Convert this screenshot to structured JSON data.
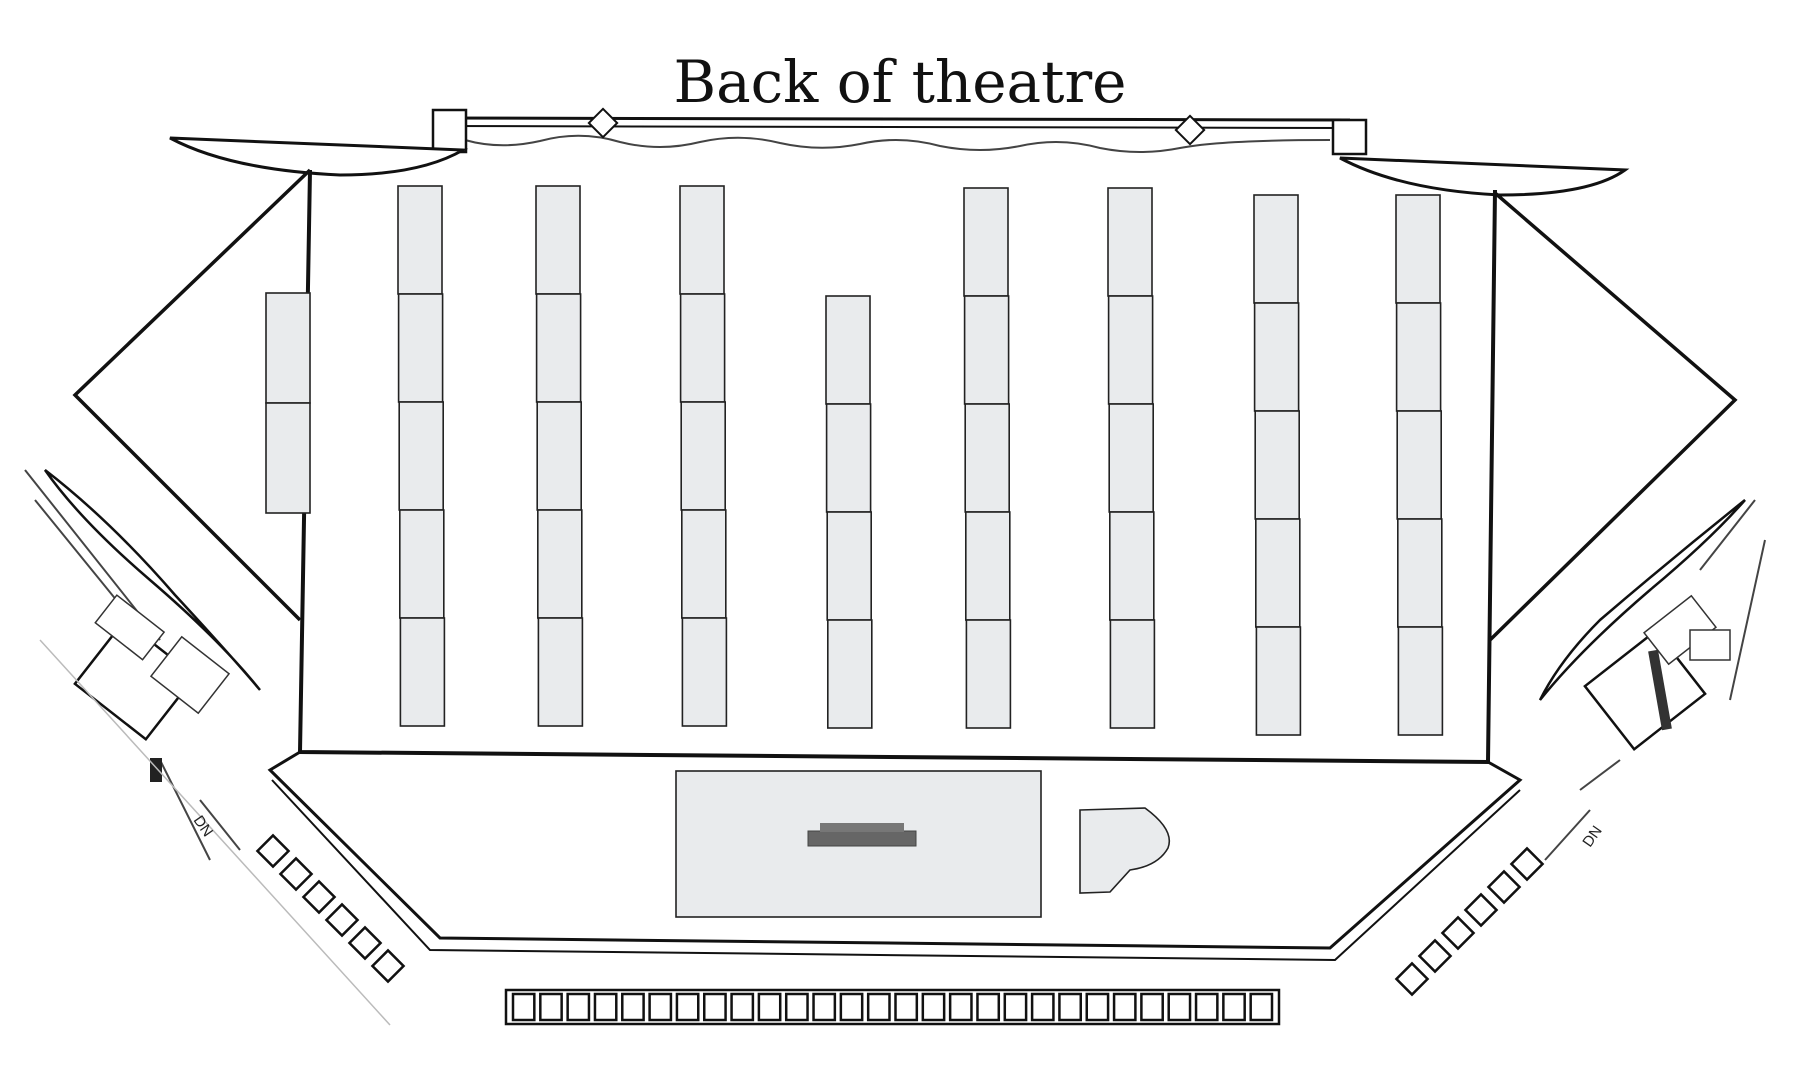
{
  "title": "Back of theatre",
  "exit_label": "DN",
  "colors": {
    "table_fill": "#e9ebed",
    "stage_fill": "#e9ebed",
    "line": "#111111"
  },
  "columns": [
    {
      "tables": 5
    },
    {
      "tables": 5
    },
    {
      "tables": 5
    },
    {
      "tables": 4
    },
    {
      "tables": 5
    },
    {
      "tables": 5
    },
    {
      "tables": 5
    },
    {
      "tables": 5
    }
  ],
  "side_tables": 2
}
